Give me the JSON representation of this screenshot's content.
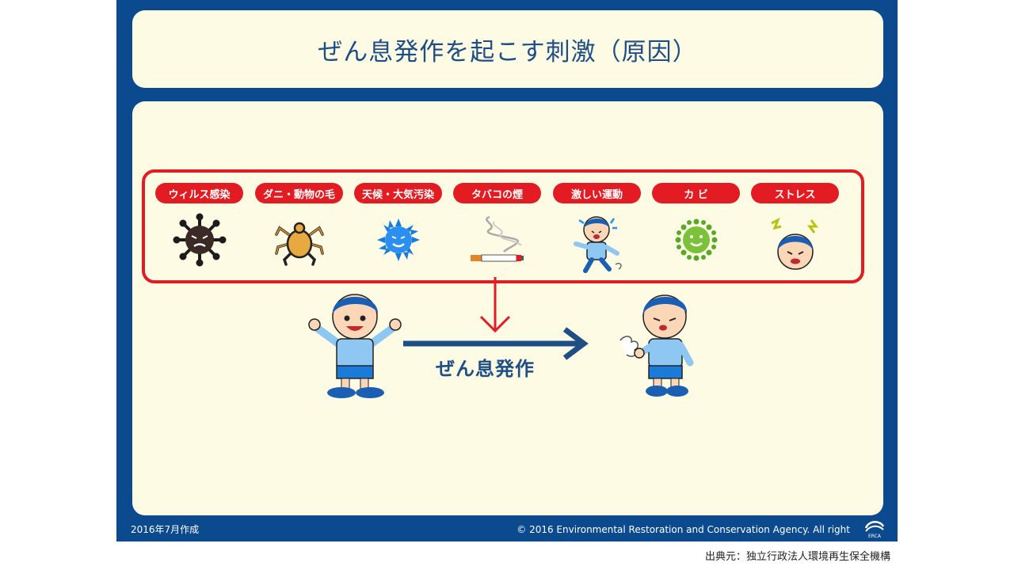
{
  "title": "ぜん息発作を起こす刺激（原因）",
  "causes": [
    {
      "label": "ウィルス感染",
      "icon": "virus-icon"
    },
    {
      "label": "ダニ・動物の毛",
      "icon": "mite-icon"
    },
    {
      "label": "天候・大気汚染",
      "icon": "weather-pollution-icon"
    },
    {
      "label": "タバコの煙",
      "icon": "cigarette-icon"
    },
    {
      "label": "激しい運動",
      "icon": "running-child-icon"
    },
    {
      "label": "カ ビ",
      "icon": "mold-icon"
    },
    {
      "label": "ストレス",
      "icon": "stressed-child-icon"
    }
  ],
  "attack_label": "ぜん息発作",
  "footer": {
    "date": "2016年7月作成",
    "copyright": "© 2016 Environmental Restoration and Conservation Agency. All right",
    "logo_text": "ERCA"
  },
  "source": "出典元：独立行政法人環境再生保全機構",
  "colors": {
    "navy": "#0b4a8f",
    "cream": "#fdfbe3",
    "red": "#e31c23",
    "title_text": "#1e4e86"
  }
}
